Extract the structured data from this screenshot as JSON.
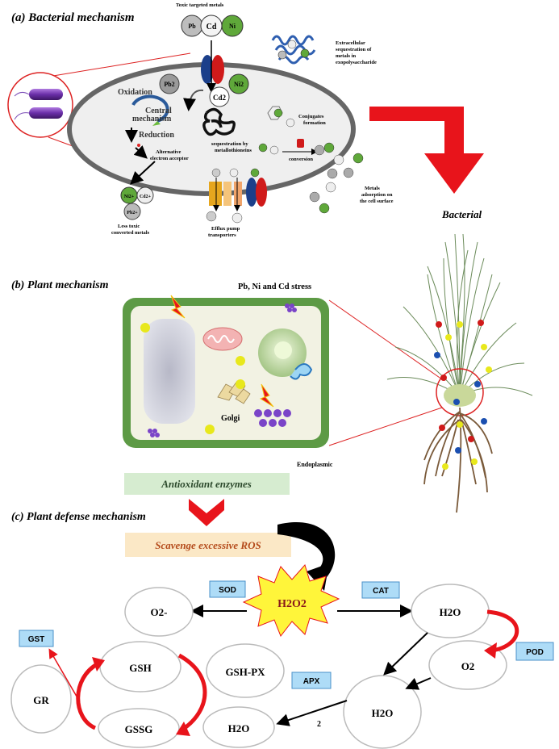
{
  "section_a": {
    "title": "(a) Bacterial mechanism",
    "toxic_targeted_metals": "Toxic targeted metals",
    "metal_pb": "Pb",
    "metal_cd": "Cd",
    "metal_ni": "Ni",
    "extracellular_1": "Extracellular",
    "extracellular_2": "sequestration of",
    "extracellular_3": "metals in",
    "extracellular_4": "exopolysaccharide",
    "oxidation": "Oxidation",
    "central_1": "Central",
    "central_2": "mechanism",
    "reduction": "Reduction",
    "pb2": "Pb2",
    "ni2": "Ni2",
    "cd2": "Cd2",
    "seq_1": "sequestration by",
    "seq_2": "metallothioneins",
    "conj_1": "Conjugates",
    "conj_2": "formation",
    "alt_1": "Alternative",
    "alt_2": "electron acceptor",
    "conversion": "conversion",
    "ads_1": "Metals",
    "ads_2": "adsorption on",
    "ads_3": "the cell surface",
    "less_1": "Less toxic",
    "less_2": "converted metals",
    "efflux_1": "Efflux pump",
    "efflux_2": "transporters",
    "bact_label": "Bacterial",
    "ball_ni2": "Ni2+",
    "ball_pb2": "Pb2+",
    "ball_cd2": "Cd2+",
    "ball_pb": "Pb",
    "ball_cd": "Cd",
    "ball_ni": "Ni"
  },
  "section_b": {
    "title": "(b) Plant mechanism",
    "stress": "Pb, Ni and Cd stress",
    "golgi": "Golgi",
    "endoplasmic": "Endoplasmic",
    "antioxidant": "Antioxidant enzymes"
  },
  "section_c": {
    "title": "(c) Plant defense mechanism",
    "scavenge": "Scavenge excessive ROS",
    "h2o2": "H2O2",
    "sod": "SOD",
    "cat": "CAT",
    "pod": "POD",
    "apx": "APX",
    "gst": "GST",
    "o2minus": "O2-",
    "h2o_top": "H2O",
    "o2": "O2",
    "h2o_mid": "H2O",
    "h2o_low": "H2O",
    "gsh": "GSH",
    "gshpx": "GSH-PX",
    "gr": "GR",
    "gssg": "GSSG",
    "two": "2"
  },
  "colors": {
    "red_arrow": "#e8141b",
    "green_box": "#d6ecd0",
    "scavenge_box": "#fbe8c6",
    "enzyme_box": "#aedcf7",
    "burst_fill": "#fff53a",
    "cell_wall": "#5d9a45",
    "cell_fill": "#f2f2e3"
  }
}
